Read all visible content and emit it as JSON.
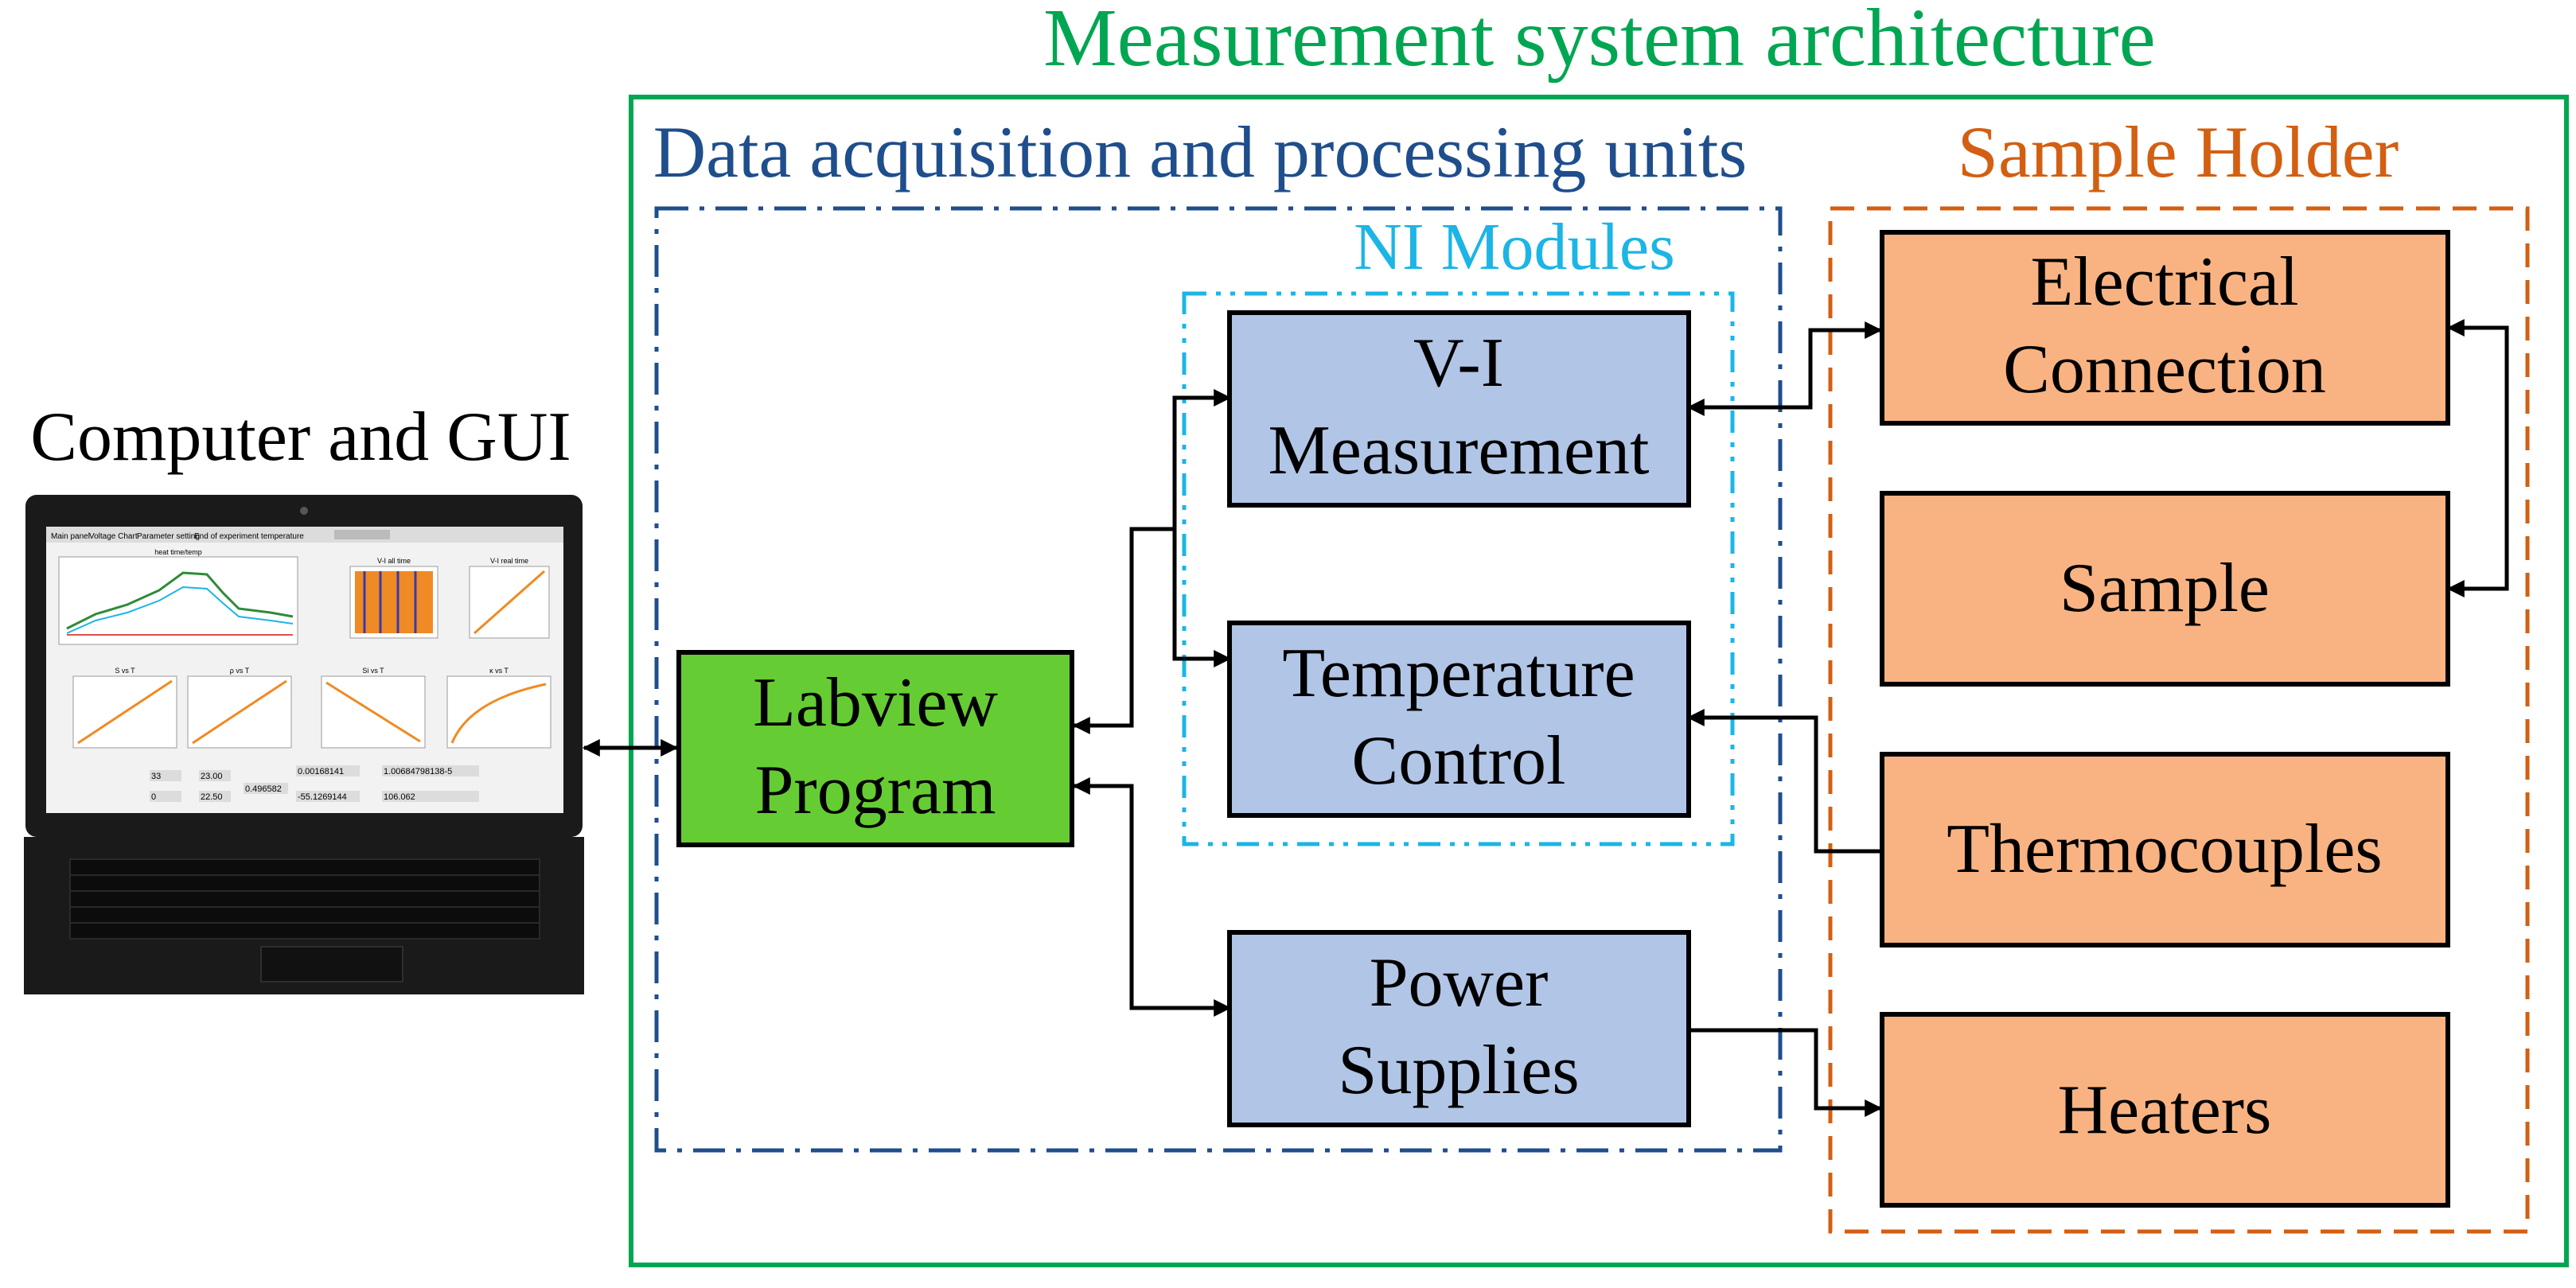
{
  "title": "Measurement system architecture",
  "computer_label": "Computer and GUI",
  "daq_label": "Data acquisition and processing units",
  "ni_label": "NI Modules",
  "sample_holder_label": "Sample Holder",
  "boxes": {
    "labview": [
      "Labview",
      "Program"
    ],
    "vi": [
      "V-I",
      "Measurement"
    ],
    "temp": [
      "Temperature",
      "Control"
    ],
    "power": [
      "Power",
      "Supplies"
    ],
    "electrical": [
      "Electrical",
      "Connection"
    ],
    "sample": [
      "Sample"
    ],
    "thermo": [
      "Thermocouples"
    ],
    "heaters": [
      "Heaters"
    ]
  },
  "gui": {
    "tabs": [
      "Main panel",
      "Voltage Chart",
      "Parameter setting",
      "End of experiment temperature"
    ],
    "plot_titles": [
      "heat time/temp",
      "V-I all time",
      "V-I real time",
      "S vs T",
      "ρ vs T",
      "Si vs T",
      "κ vs T"
    ],
    "readouts": [
      "33",
      "23.00",
      "0.00168141",
      "1.00684798138-5",
      "0",
      "22.50",
      "0.496582",
      "-55.1269144",
      "106.062"
    ]
  },
  "colors": {
    "outer_border": "#00a651",
    "title": "#00a651",
    "daq_border": "#1f4e8c",
    "daq_label": "#1f4e8c",
    "ni_border": "#1cb5e5",
    "ni_label": "#1cb5e5",
    "sample_border": "#d35f12",
    "sample_label": "#d35f12",
    "labview_fill": "#66cc33",
    "ni_box_fill": "#b1c5e6",
    "sample_box_fill": "#f9b382"
  }
}
